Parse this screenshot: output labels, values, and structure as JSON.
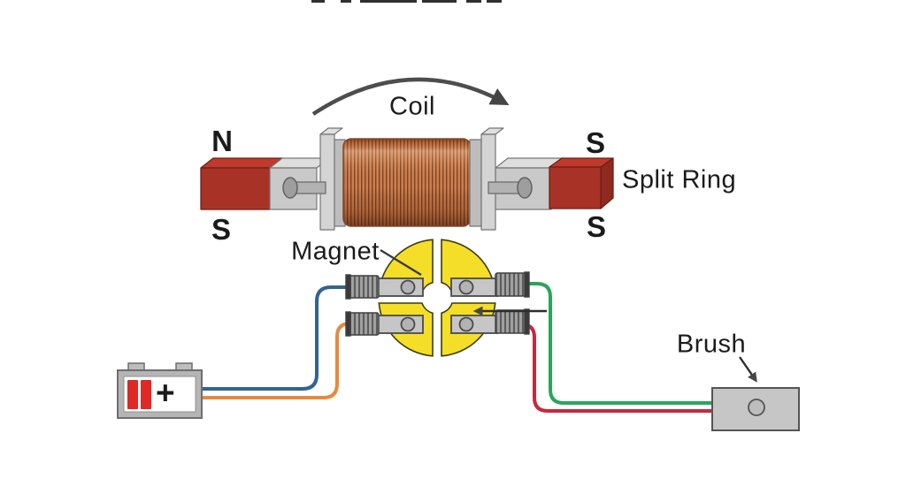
{
  "diagram": {
    "labels": {
      "coil": "Coil",
      "magnet": "Magnet",
      "split_ring": "Split Ring",
      "brush": "Brush",
      "battery_plus": "+",
      "pole_left_top": "N",
      "pole_left_bottom": "S",
      "pole_right_top": "S",
      "pole_right_bottom": "S"
    },
    "colors": {
      "magnet_red_front": "#a93226",
      "magnet_red_top": "#bf3a2c",
      "magnet_red_side": "#8e2a1f",
      "ring_yellow": "#f4de27",
      "copper": "#cf8050",
      "copper_dark": "#7e4220",
      "wire_blue": "#31648f",
      "wire_orange": "#e78a3e",
      "wire_green": "#2aa55c",
      "wire_red": "#c32b3d",
      "metal_light": "#cccccc",
      "metal_mid": "#b5b5b5",
      "battery_red": "#e02824",
      "arrow_gray": "#454545",
      "text": "#1b1b1b"
    }
  }
}
